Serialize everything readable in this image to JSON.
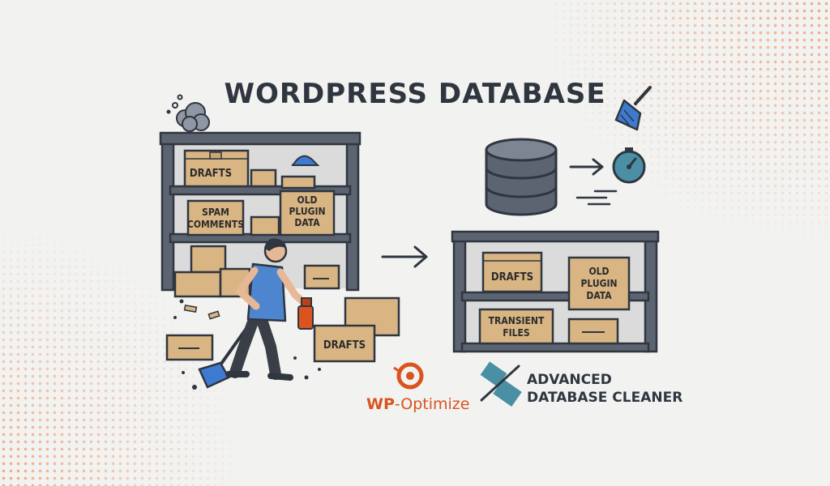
{
  "title": "WORDPRESS DATABASE",
  "before_shelf": {
    "boxes": [
      "DRAFTS",
      "SPAM COMMENTS",
      "OLD PLUGIN DATA"
    ],
    "floor_box": "DRAFTS"
  },
  "after_shelf": {
    "boxes": [
      "DRAFTS",
      "OLD PLUGIN DATA",
      "TRANSIENT FILES"
    ]
  },
  "icons": [
    "broom-icon",
    "dust-cloud-icon",
    "database-icon",
    "gauge-icon",
    "arrow-right-icon",
    "spray-bottle-icon"
  ],
  "brands": {
    "wp_optimize": {
      "prefix": "WP",
      "suffix": "-Optimize",
      "color": "#d9541e"
    },
    "adc": {
      "line1": "ADVANCED",
      "line2": "DATABASE CLEANER",
      "color": "#4a8fa3"
    }
  }
}
